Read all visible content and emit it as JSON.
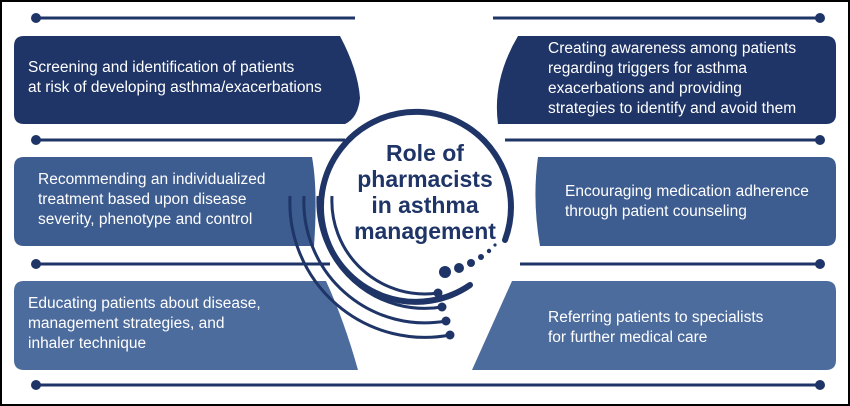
{
  "center": {
    "title": "Role of\npharmacists\nin asthma\nmanagement"
  },
  "boxes": [
    {
      "id": "screening",
      "text": "Screening and identification of patients\nat risk of developing asthma/exacerbations"
    },
    {
      "id": "recommending",
      "text": "Recommending an individualized\ntreatment based upon disease\nseverity, phenotype and control"
    },
    {
      "id": "educating",
      "text": "Educating patients about disease,\nmanagement strategies, and\ninhaler technique"
    },
    {
      "id": "awareness",
      "text": "Creating awareness among patients\nregarding triggers for asthma\nexacerbations and providing\nstrategies to identify and avoid them"
    },
    {
      "id": "adherence",
      "text": "Encouraging medication adherence\nthrough patient counseling"
    },
    {
      "id": "referring",
      "text": "Referring patients to specialists\nfor further medical care"
    }
  ],
  "colors": {
    "dark_navy": "#1f3567",
    "mid_blue": "#3d5c8f",
    "light_blue": "#4d6c9e",
    "line": "#1f3567",
    "border": "#000000"
  }
}
